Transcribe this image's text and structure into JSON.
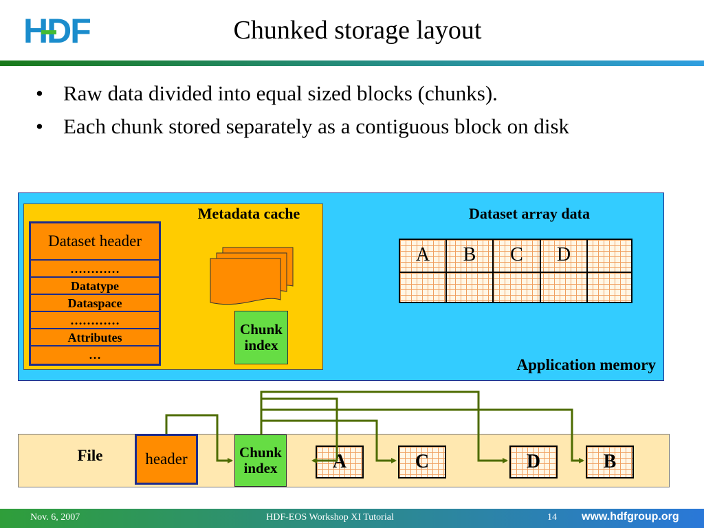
{
  "slide": {
    "title": "Chunked storage layout",
    "bullets": [
      "Raw data divided into equal sized blocks (chunks).",
      "Each chunk stored separately as a contiguous block on disk"
    ]
  },
  "logo": {
    "text": "HDF"
  },
  "memory": {
    "metadata_cache_label": "Metadata cache",
    "dataset_header": {
      "title": "Dataset header",
      "rows": [
        "…………",
        "Datatype",
        "Dataspace",
        "…………",
        "Attributes",
        "…"
      ]
    },
    "chunk_index_label": [
      "Chunk",
      "index"
    ],
    "dataset_array_label": "Dataset array data",
    "array_cells": [
      "A",
      "B",
      "C",
      "D",
      ""
    ],
    "application_memory_label": "Application memory"
  },
  "file": {
    "label": "File",
    "header_label": "header",
    "chunk_index_label": [
      "Chunk",
      "index"
    ],
    "chunks": [
      "A",
      "C",
      "D",
      "B"
    ]
  },
  "footer": {
    "date": "Nov. 6, 2007",
    "event": "HDF-EOS Workshop XI Tutorial",
    "page": "14",
    "website": "www.hdfgroup.org"
  },
  "colors": {
    "memory_bg": "#33ccff",
    "cache_bg": "#ffcc00",
    "orange": "#ff8c00",
    "green": "#66dd44",
    "arrow": "#4d6b00",
    "file_bg": "#ffe8b0",
    "navy": "#1c2b8c"
  }
}
